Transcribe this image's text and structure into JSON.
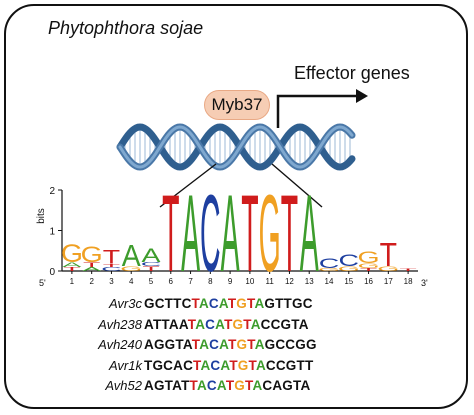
{
  "title": "Phytophthora sojae",
  "tf_label": "Myb37",
  "effector_label": "Effector genes",
  "logo": {
    "ylabel": "bits",
    "yticks": [
      "0",
      "1",
      "2"
    ],
    "xticks": [
      "1",
      "2",
      "3",
      "4",
      "5",
      "6",
      "7",
      "8",
      "9",
      "10",
      "11",
      "12",
      "13",
      "14",
      "15",
      "16",
      "17",
      "18"
    ],
    "left_end": "5'",
    "right_end": "3'",
    "core_motif": "TACATGTA"
  },
  "colors": {
    "A": "#3d9c2c",
    "C": "#1e3fa0",
    "G": "#f0a022",
    "T": "#d01c1c",
    "helix": "#4a78a8",
    "pill": "#f6cdb4"
  },
  "sequences": [
    {
      "gene": "Avr3c",
      "seq": "GCTTCTACATGTAGTTGC"
    },
    {
      "gene": "Avh238",
      "seq": "ATTAATACATGTACCGTA"
    },
    {
      "gene": "Avh240",
      "seq": "AGGTATACATGTAGCCGG"
    },
    {
      "gene": "Avr1k",
      "seq": "TGCACTACATGTACCGTT"
    },
    {
      "gene": "Avh52",
      "seq": "AGTATTACATGTACAGTA"
    }
  ]
}
